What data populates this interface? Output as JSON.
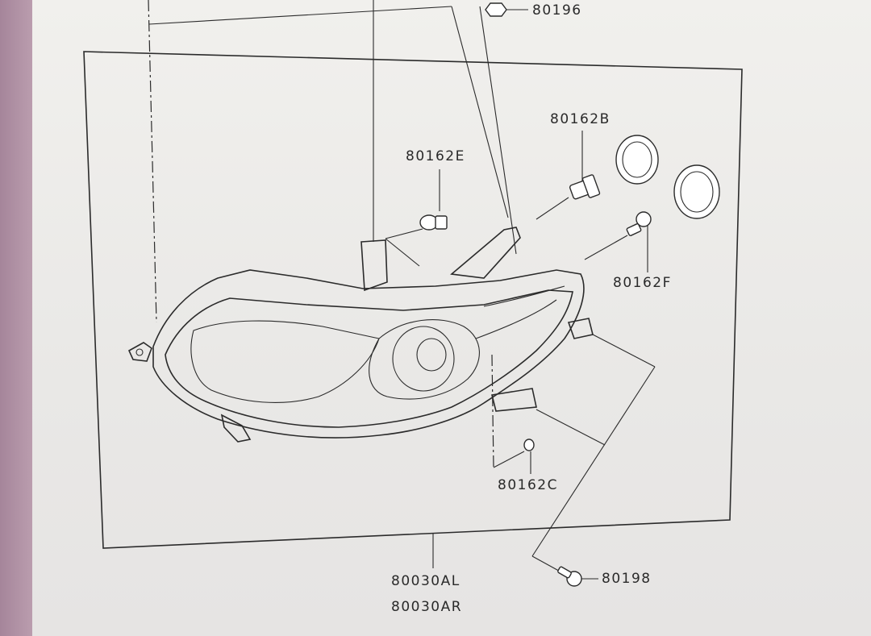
{
  "diagram": {
    "part_labels": {
      "nut_top": "80196",
      "bulb_b": "80162B",
      "bulb_e": "80162E",
      "bulb_f": "80162F",
      "bulb_c": "80162C",
      "assembly_left": "80030AL",
      "assembly_right": "80030AR",
      "bolt": "80198"
    }
  }
}
